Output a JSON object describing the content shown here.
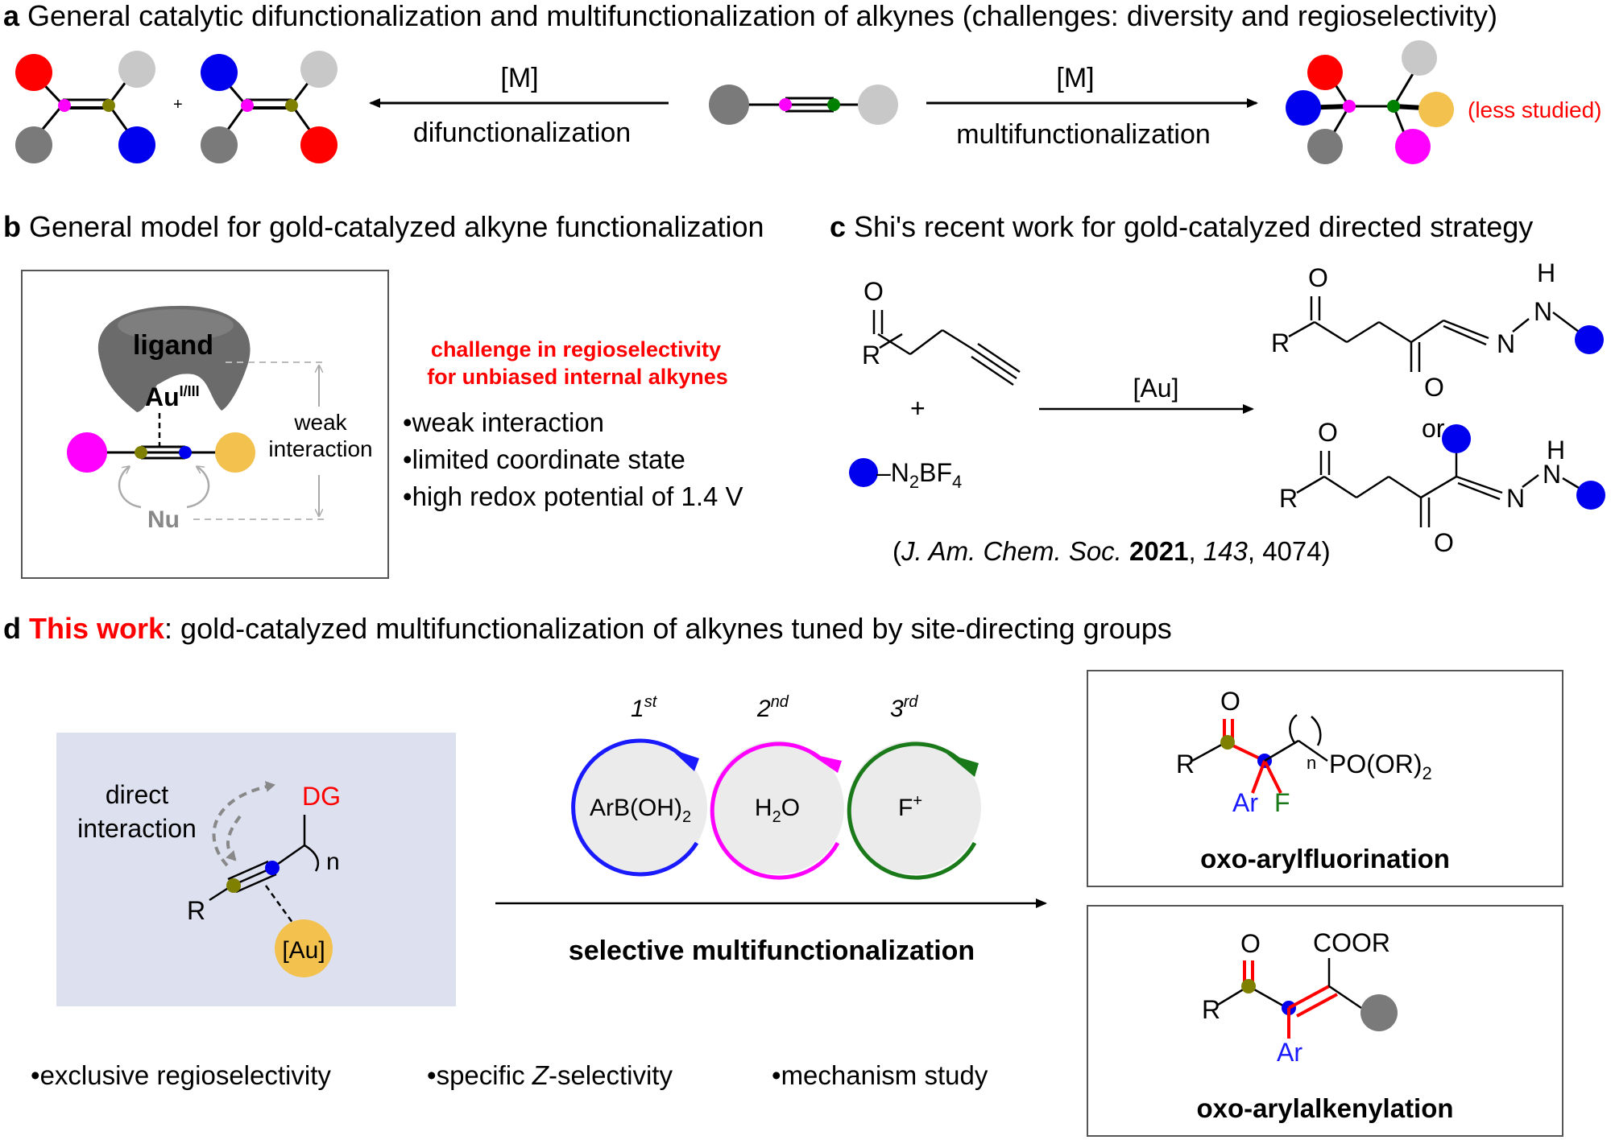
{
  "panel_a": {
    "letter": "a",
    "title": "General catalytic difunctionalization and multifunctionalization of alkynes (challenges: diversity and regioselectivity)",
    "catalyst_left": "[M]",
    "label_left": "difunctionalization",
    "plus": "+",
    "catalyst_right": "[M]",
    "label_right": "multifunctionalization",
    "note": "(less studied)"
  },
  "panel_b": {
    "letter": "b",
    "title": "General model for gold-catalyzed alkyne functionalization",
    "ligand": "ligand",
    "au_main": "Au",
    "au_sup": "I/III",
    "weak_line1": "weak",
    "weak_line2": "interaction",
    "nu": "Nu",
    "challenge_line1": "challenge in regioselectivity",
    "challenge_line2": "for unbiased internal alkynes",
    "bullet_char": "•",
    "bullets": [
      "weak interaction",
      "limited coordinate state",
      "high redox potential of 1.4 V"
    ]
  },
  "panel_c": {
    "letter": "c",
    "title": "Shi's recent work for gold-catalyzed directed strategy",
    "o": "O",
    "r": "R",
    "h": "H",
    "n": "N",
    "plus": "+",
    "reagent_main": "–N",
    "reagent_sub1": "2",
    "reagent_b": "BF",
    "reagent_sub2": "4",
    "catalyst": "[Au]",
    "or": "or",
    "ref_open": "(",
    "ref_journal": "J. Am. Chem. Soc.",
    "ref_year": "2021",
    "ref_comma1": ", ",
    "ref_volume": "143",
    "ref_pages": ", 4074)"
  },
  "panel_d": {
    "letter": "d",
    "highlight": "This work",
    "title": ": gold-catalyzed multifunctionalization of alkynes tuned by site-directing groups",
    "direct_line1": "direct",
    "direct_line2": "interaction",
    "dg": "DG",
    "n_sub": "n",
    "r": "R",
    "au": "[Au]",
    "steps": [
      {
        "ordinal": "1",
        "sup": "st",
        "reagent": "ArB(OH)",
        "reagent_sub": "2",
        "color": "#1a1aff"
      },
      {
        "ordinal": "2",
        "sup": "nd",
        "reagent": "H",
        "reagent_sub": "2",
        "reagent_tail": "O",
        "color": "#ff00ff"
      },
      {
        "ordinal": "3",
        "sup": "rd",
        "reagent": "F",
        "reagent_sup": "+",
        "color": "#1a7a1a"
      }
    ],
    "arrow_label": "selective multifunctionalization",
    "bullets": [
      "exclusive regioselectivity",
      "specific ",
      "Z",
      "-selectivity",
      "mechanism study"
    ],
    "bullet_char": "•",
    "product1": {
      "o": "O",
      "r": "R",
      "n": "n",
      "tail": "PO(OR)",
      "tail_sub": "2",
      "ar": "Ar",
      "f": "F",
      "name": "oxo-arylfluorination"
    },
    "product2": {
      "o": "O",
      "r": "R",
      "coor": "COOR",
      "ar": "Ar",
      "name": "oxo-arylalkenylation"
    }
  },
  "colors": {
    "red": "#ff0000",
    "blue": "#0000ee",
    "magenta": "#ff00ff",
    "olive": "#808000",
    "green": "#008000",
    "gray_dark": "#7a7a7a",
    "gray_light": "#c8c8c8",
    "gold": "#f2c14e",
    "panel_bg": "#dde1ef"
  }
}
